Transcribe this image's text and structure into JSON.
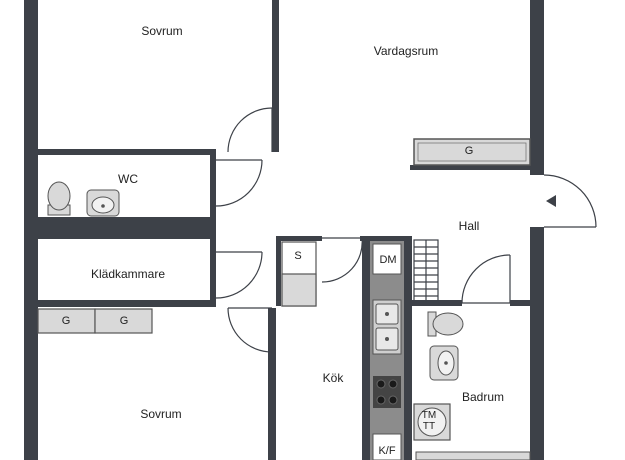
{
  "rooms": {
    "sovrum_top": "Sovrum",
    "vardagsrum": "Vardagsrum",
    "wc": "WC",
    "hall": "Hall",
    "kladkammare": "Klädkammare",
    "sovrum_bottom": "Sovrum",
    "kok": "Kök",
    "badrum": "Badrum"
  },
  "fixtures": {
    "g_vardagsrum": "G",
    "s_cabinet": "S",
    "dm": "DM",
    "g_left": "G",
    "g_right": "G",
    "tm": "TM",
    "tt": "TT",
    "kf": "K/F"
  },
  "colors": {
    "wall": "#3d4148",
    "fixture_fill": "#d9d9d9",
    "fixture_stroke": "#555555",
    "counter": "#8c8c8c"
  }
}
